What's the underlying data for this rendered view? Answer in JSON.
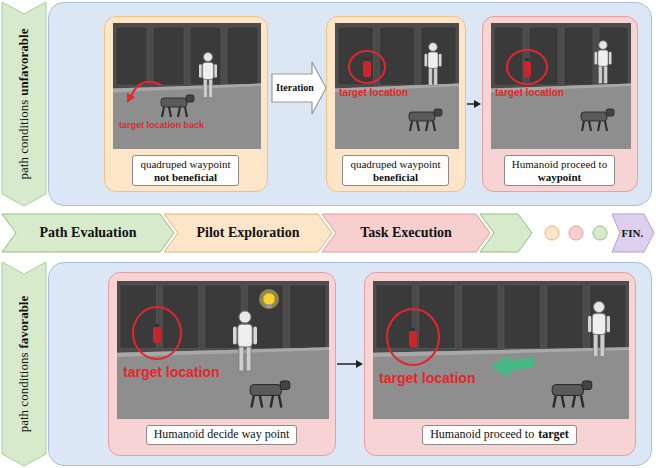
{
  "diagram": {
    "nodes": [
      {
        "text": [
          "path conditions",
          "unfavorable"
        ]
      },
      {
        "text": [
          "target location back"
        ]
      },
      {
        "text": [
          "quadruped waypoint",
          "not beneficial"
        ],
        "in": 1
      },
      {
        "text": [
          "Iteration"
        ]
      },
      {
        "text": [
          "target location"
        ]
      },
      {
        "text": [
          "quadruped waypoint",
          "beneficial"
        ],
        "in": 4
      },
      {
        "text": [
          "target location"
        ]
      },
      {
        "text": [
          "Humanoid proceed to",
          "waypoint"
        ],
        "in": 6
      },
      {
        "text": [
          "Path Evaluation"
        ]
      },
      {
        "text": [
          "Pilot Exploration"
        ]
      },
      {
        "text": [
          "Task Execution"
        ]
      },
      {
        "text": [
          "FIN."
        ]
      },
      {
        "text": [
          "path conditions",
          "favorable"
        ]
      },
      {
        "text": [
          "target location"
        ]
      },
      {
        "text": [
          "Humanoid decide way point"
        ],
        "in": 13
      },
      {
        "text": [
          "target location"
        ]
      },
      {
        "text": [
          "Humanoid proceed to",
          "target"
        ],
        "in": 15
      }
    ],
    "edges": [
      {
        "from": 4,
        "to": 6,
        "arrow": "to"
      },
      {
        "from": 13,
        "to": 15,
        "arrow": "to"
      }
    ]
  }
}
